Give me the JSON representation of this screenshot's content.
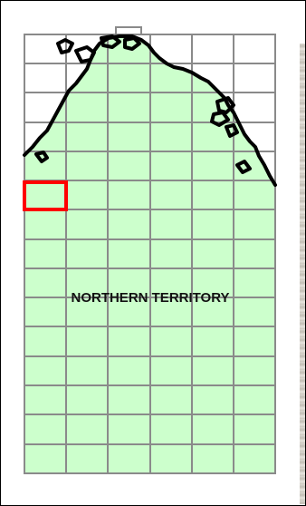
{
  "map": {
    "region_label": "NORTHERN TERRITORY",
    "grid_columns": 6,
    "grid_rows": 15,
    "land_color": "#ccffcc",
    "grid_color": "#8a8a8a",
    "coast_color": "#000000",
    "highlight_color": "#ff0000",
    "highlight_cell": {
      "column": 1,
      "row": 6
    }
  }
}
